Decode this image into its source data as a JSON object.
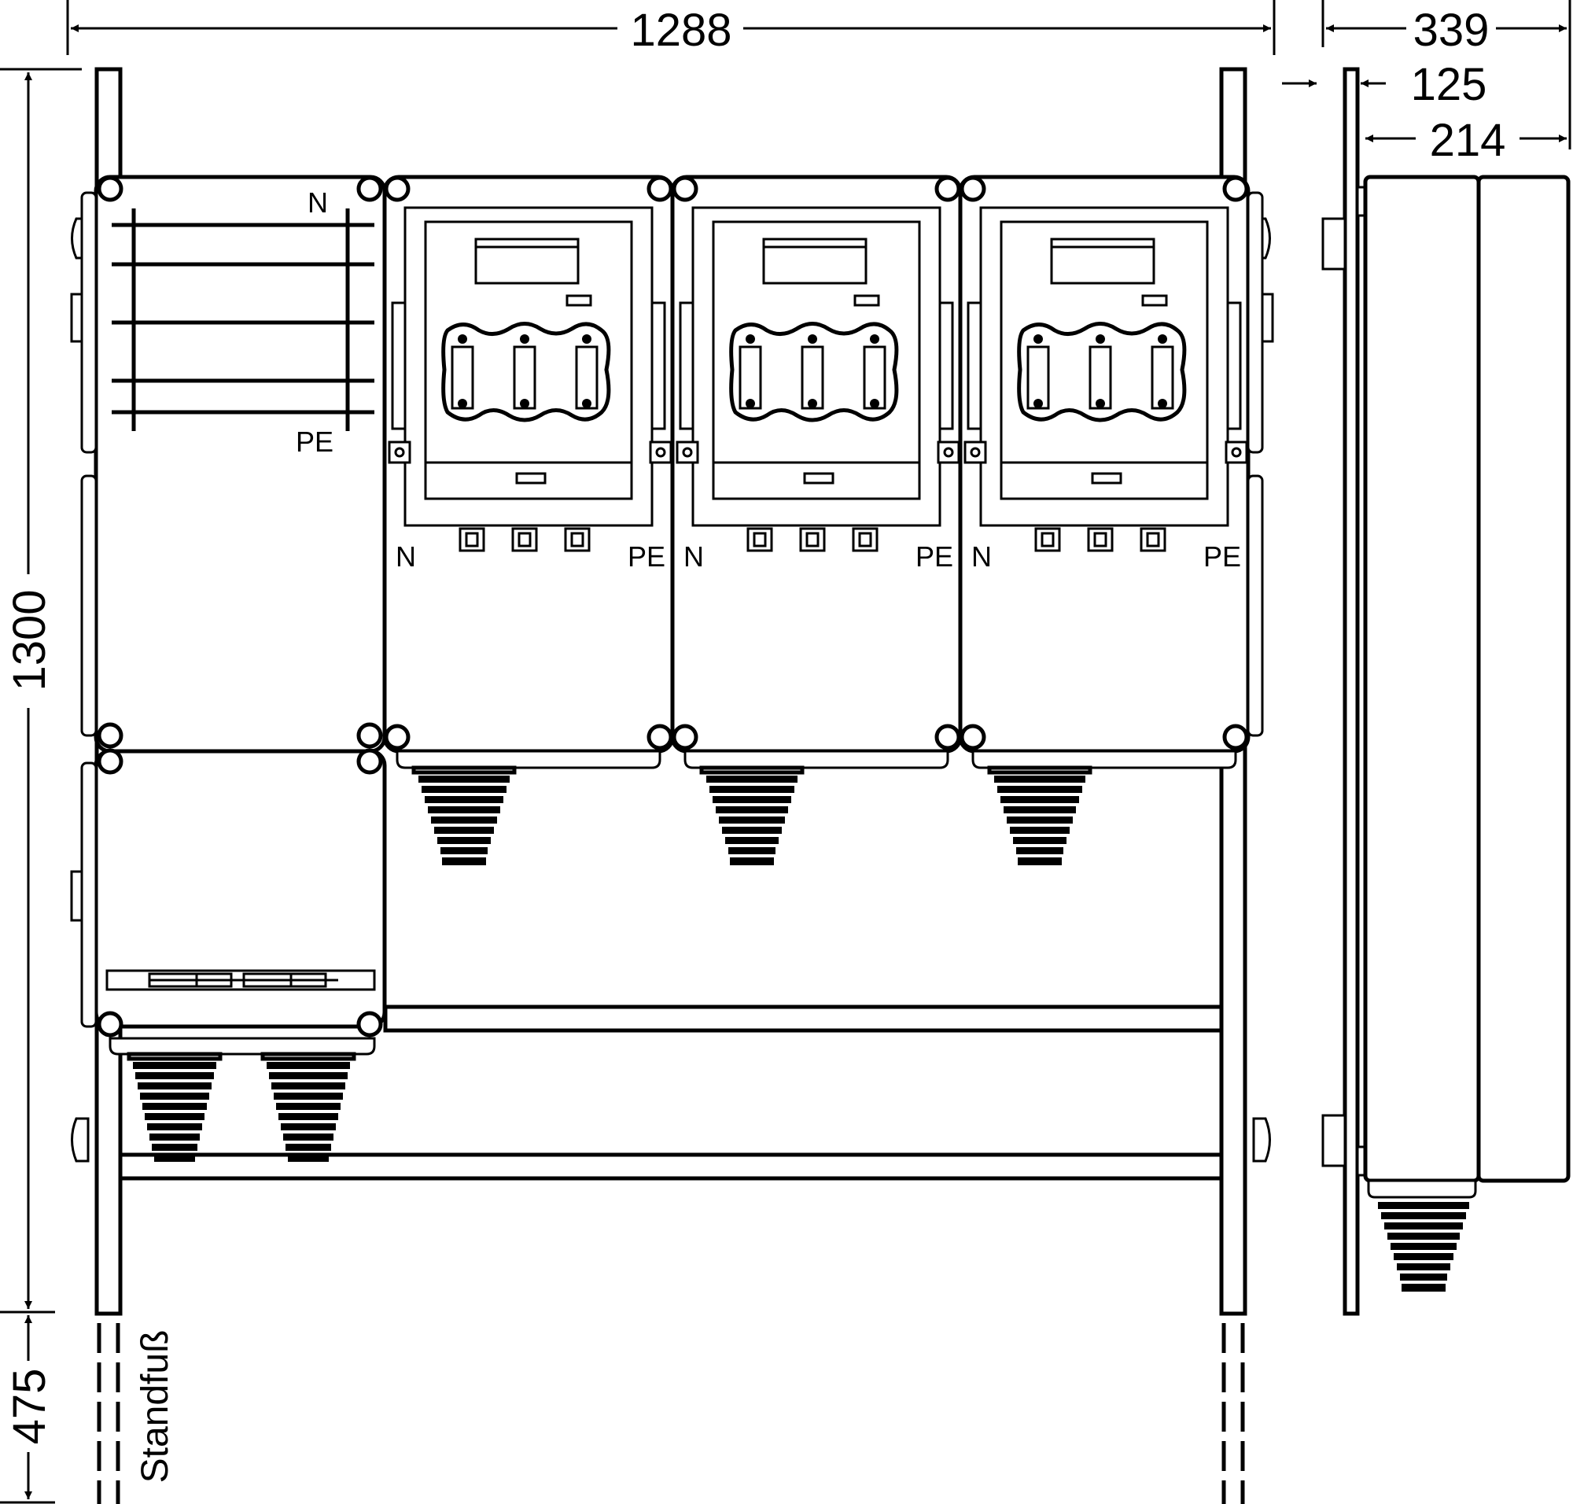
{
  "dimensions": {
    "total_width": "1288",
    "depth_total": "339",
    "depth_mounting": "125",
    "depth_enclosure": "214",
    "height": "1300",
    "foot_height": "475"
  },
  "labels": {
    "neutral": "N",
    "protective_earth": "PE",
    "foot": "Standfuß"
  }
}
